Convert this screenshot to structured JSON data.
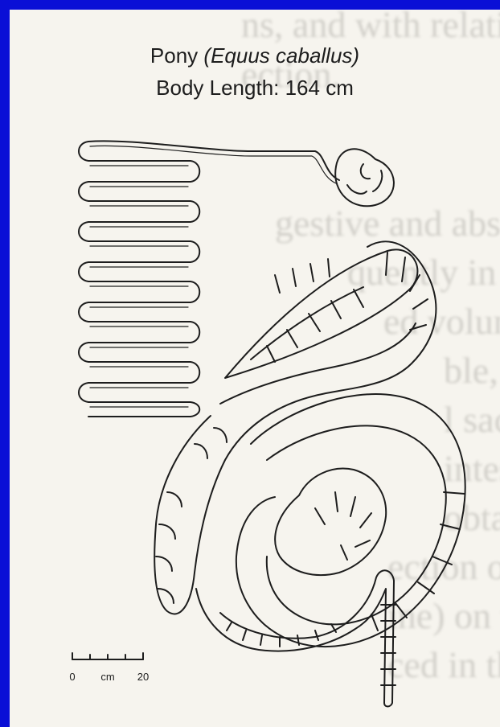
{
  "figure": {
    "title_common": "Pony",
    "title_scientific": "(Equus caballus)",
    "subtitle": "Body Length: 164 cm"
  },
  "scale_bar": {
    "start_label": "0",
    "unit_label": "cm",
    "end_label": "20"
  },
  "background_text": {
    "lines": [
      "ns, and with relatively s",
      "ection.",
      "",
      "gestive and absorptive a",
      "quently in the order of",
      "ed volume, the colon a",
      "ble, with the cecum, th",
      "l sacculated and greatly",
      "intestine to first large",
      "obtained from the small",
      "ection of the colon: stom",
      "ine) on the basis of its",
      "ced in the GI tract of th"
    ]
  },
  "colors": {
    "frame": "#0a0fd6",
    "paper": "#f6f4ee",
    "ink": "#1d1d1d",
    "ghost_text": "#d2d0ca"
  }
}
